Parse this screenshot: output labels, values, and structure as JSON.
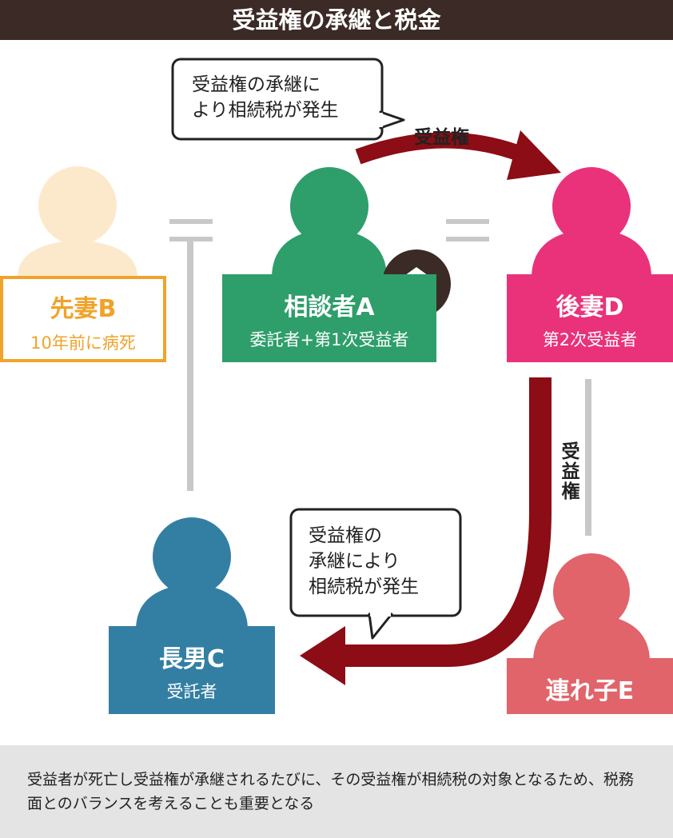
{
  "title": "受益権の承継と税金",
  "people": {
    "b": {
      "name": "先妻B",
      "role": "10年前に病死"
    },
    "a": {
      "name": "相談者A",
      "role": "委託者+第1次受益者"
    },
    "d": {
      "name": "後妻D",
      "role": "第2次受益者"
    },
    "c": {
      "name": "長男C",
      "role": "受託者"
    },
    "e": {
      "name": "連れ子E"
    }
  },
  "bubbles": {
    "top": [
      "受益権の承継に",
      "より相続税が発生"
    ],
    "bottom": [
      "受益権の",
      "承継により",
      "相続税が発生"
    ]
  },
  "arrows": {
    "top_label": "受益権",
    "right_label": "受益権"
  },
  "footer": "受益者が死亡し受益権が承継されるたびに、その受益権が相続税の対象となるため、税務面とのバランスを考えることも重要となる",
  "colors": {
    "b": "#f0a32a",
    "b_light": "#fce9cc",
    "a": "#2e9e6b",
    "d": "#e9327a",
    "c": "#337fa3",
    "e": "#e0646a",
    "arrow": "#8c0d15",
    "line": "#c8c8c8",
    "title_bg": "#3b2a25"
  },
  "icons": {
    "house": "house-icon"
  }
}
